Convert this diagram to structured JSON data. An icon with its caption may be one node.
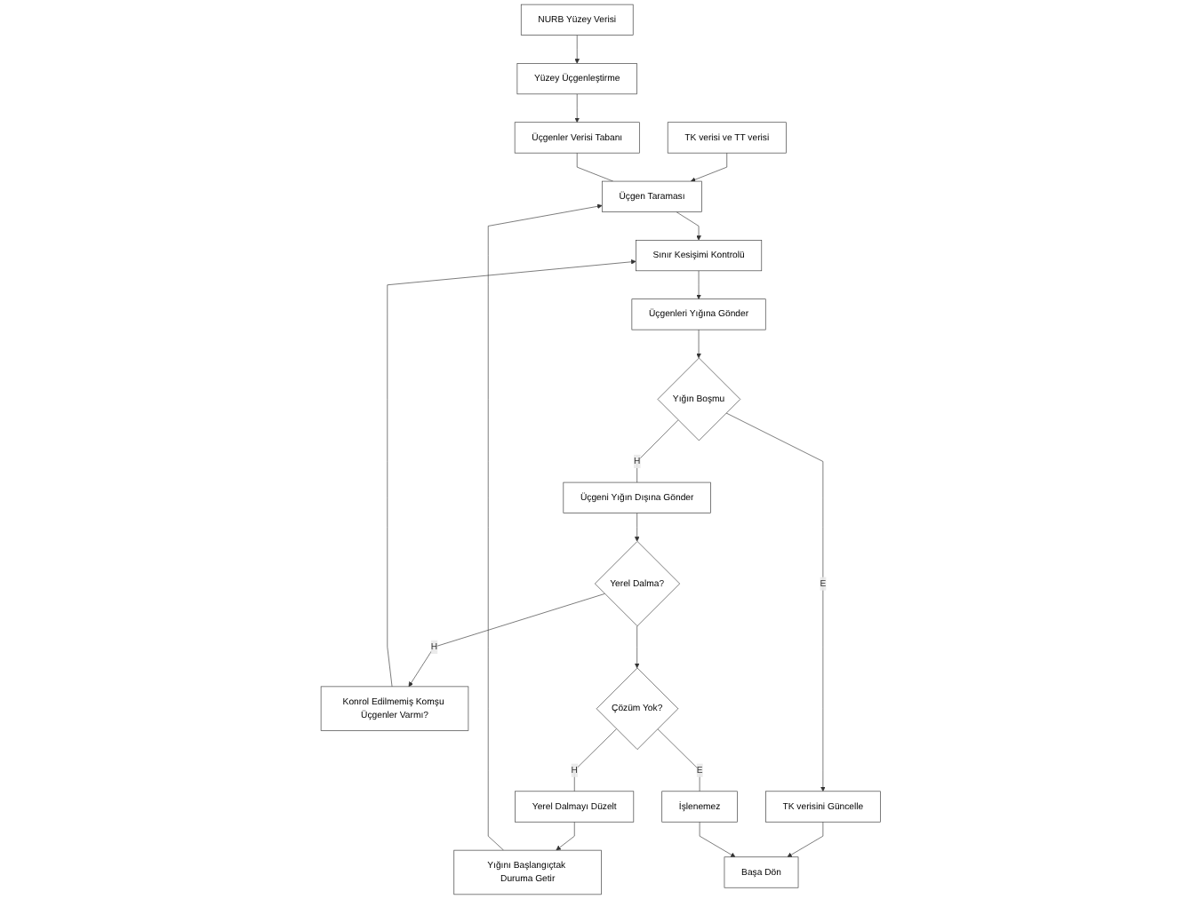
{
  "diagram": {
    "nodes": [
      {
        "text": [
          "TK verisi ve TT verisi"
        ]
      },
      {
        "text": [
          "Üçgenler Verisi Tabanı"
        ]
      },
      {
        "text": [
          "Üçgen Taraması"
        ]
      },
      {
        "text": [
          "Sınır Kesişimi Kontrolü"
        ]
      },
      {
        "text": [
          "Konrol Edilmemiş Komşu Üçgenler Varmı?"
        ]
      },
      {
        "text": [
          "Yüzey Üçgenleştirme"
        ]
      },
      {
        "text": [
          "Üçgenleri Yığına Gönder"
        ]
      },
      {
        "text": [
          "Üçgeni Yığın Dışına Gönder"
        ]
      },
      {
        "text": [
          "NURB Yüzey Verisi"
        ]
      },
      {
        "text": [
          "Yığın Boşmu"
        ]
      },
      {
        "text": [
          "Yerel Dalma?"
        ]
      },
      {
        "text": [
          "Yığını Başlangıçtak Duruma Getir"
        ]
      },
      {
        "text": [
          "TK verisini Güncelle"
        ]
      },
      {
        "text": [
          "Çözüm Yok?"
        ]
      },
      {
        "text": [
          "Yerel Dalmayı Düzelt"
        ]
      },
      {
        "text": [
          "Başa Dön"
        ]
      },
      {
        "text": [
          "İşlenemez"
        ]
      }
    ],
    "edges": [
      {
        "from": 0,
        "to": 2,
        "arrow": "to"
      },
      {
        "from": 1,
        "to": 2,
        "arrow": "none"
      },
      {
        "from": 5,
        "to": 1,
        "arrow": "to"
      },
      {
        "from": 8,
        "to": 5,
        "arrow": "to"
      },
      {
        "from": 2,
        "to": 3,
        "arrow": "to"
      },
      {
        "from": 4,
        "to": 3,
        "arrow": "to"
      },
      {
        "from": 3,
        "to": 6,
        "arrow": "to"
      },
      {
        "from": 6,
        "to": 9,
        "arrow": "to"
      },
      {
        "from": 9,
        "to": 7,
        "arrow": "none",
        "label": "H"
      },
      {
        "from": 7,
        "to": 10,
        "arrow": "to"
      },
      {
        "from": 10,
        "to": 4,
        "arrow": "to",
        "label": "H"
      },
      {
        "from": 10,
        "to": 13,
        "arrow": "to"
      },
      {
        "from": 9,
        "to": 12,
        "arrow": "to",
        "label": "E"
      },
      {
        "from": 12,
        "to": 15,
        "arrow": "to"
      },
      {
        "from": 13,
        "to": 14,
        "arrow": "none",
        "label": "H"
      },
      {
        "from": 14,
        "to": 11,
        "arrow": "to"
      },
      {
        "from": 11,
        "to": 2,
        "arrow": "to"
      },
      {
        "from": 13,
        "to": 16,
        "arrow": "none",
        "label": "E"
      },
      {
        "from": 16,
        "to": 15,
        "arrow": "to"
      }
    ]
  }
}
